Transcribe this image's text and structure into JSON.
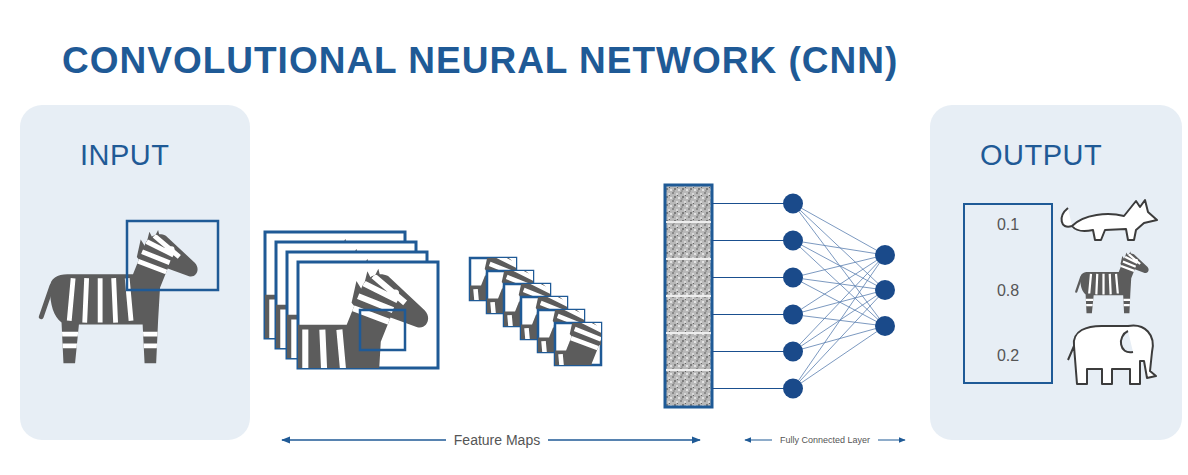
{
  "diagram": {
    "title": "CONVOLUTIONAL NEURAL NETWORK (CNN)",
    "nodes": [
      {
        "text": [
          "INPUT"
        ]
      },
      {
        "text": [
          "OUTPUT"
        ]
      },
      {
        "text": [
          "0.1",
          "0.8",
          "0.2"
        ],
        "in": 1
      }
    ],
    "labels": [
      "Feature Maps",
      "Fully Connected Layer"
    ]
  }
}
